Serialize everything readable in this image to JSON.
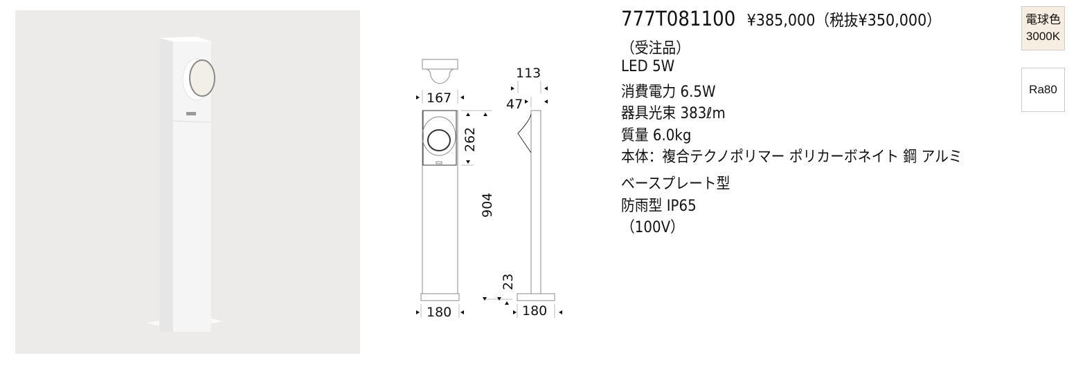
{
  "product": {
    "model": "777T081100",
    "price": "¥385,000（税抜¥350,000）",
    "specs": [
      "（受注品）",
      "LED 5W",
      "消費電力 6.5W",
      "器具光束 383ℓm",
      "質量 6.0kg",
      "本体：複合テクノポリマー ポリカーボネイト 鋼 アルミ",
      "ベースプレート型",
      "防雨型 IP65",
      "（100V）"
    ]
  },
  "badges": {
    "color_name": "電球色",
    "color_temp": "3000K",
    "ra": "Ra80"
  },
  "colors": {
    "badge_bg": "#f7ede0",
    "photo_bg": "#ecebe9"
  },
  "dimensions": {
    "top_width": "167",
    "head_height": "262",
    "total_height": "904",
    "front_base": "180",
    "side_depth": "113",
    "side_pole": "47",
    "base_thickness": "23",
    "side_base": "180"
  }
}
